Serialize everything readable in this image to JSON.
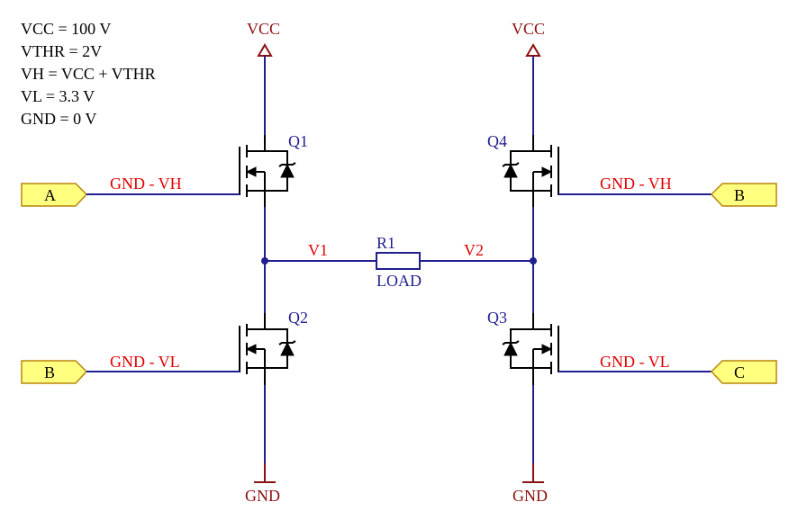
{
  "notes": [
    "VCC = 100 V",
    "VTHR = 2V",
    "VH = VCC + VTHR",
    "VL = 3.3 V",
    "GND = 0 V"
  ],
  "power": {
    "vcc_left": "VCC",
    "vcc_right": "VCC",
    "gnd_left": "GND",
    "gnd_right": "GND"
  },
  "transistors": {
    "q1": "Q1",
    "q2": "Q2",
    "q3": "Q3",
    "q4": "Q4"
  },
  "ports": {
    "left_top": "A",
    "left_bottom": "B",
    "right_top": "B",
    "right_bottom": "C"
  },
  "nets": {
    "gate_q1": "GND - VH",
    "gate_q2": "GND - VL",
    "gate_q4": "GND - VH",
    "gate_q3": "GND - VL",
    "v1": "V1",
    "v2": "V2"
  },
  "resistor": {
    "designator": "R1",
    "value": "LOAD"
  },
  "colors": {
    "wire": "#1f1f8f",
    "net_label": "#e00000",
    "power": "#8b1010",
    "port_fill": "#ffff80",
    "port_border": "#b8860b"
  }
}
